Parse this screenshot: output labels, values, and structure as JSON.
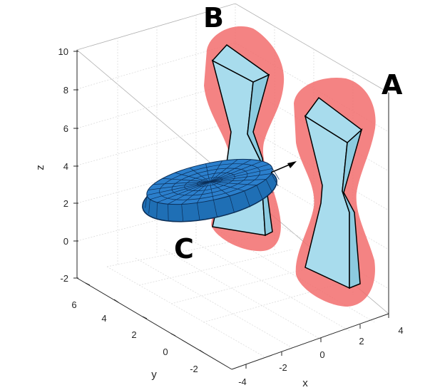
{
  "labels": {
    "object_a": "A",
    "object_b": "B",
    "object_c": "C"
  },
  "axes": {
    "x_label": "x",
    "y_label": "y",
    "z_label": "z",
    "x_ticks": [
      "-4",
      "-2",
      "0",
      "2",
      "4"
    ],
    "y_ticks": [
      "6",
      "4",
      "2",
      "0",
      "-2"
    ],
    "z_ticks": [
      "10",
      "8",
      "6",
      "4",
      "2",
      "0",
      "-2"
    ],
    "grid": true
  },
  "colors": {
    "halo": "#f26d6d",
    "prism_fill": "#a8dced",
    "ellipsoid_fill": "#1f6fb5",
    "ellipsoid_mesh": "#0b2e57",
    "arrow": "#000000"
  }
}
